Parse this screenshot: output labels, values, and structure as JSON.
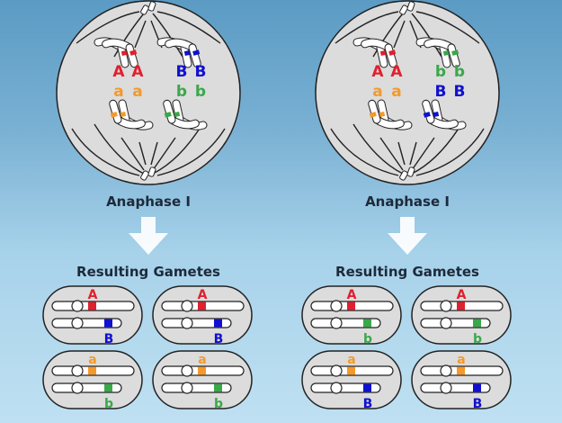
{
  "panels": [
    {
      "cell_label": "Anaphase I",
      "gametes_label": "Resulting Gametes",
      "cell_alleles": {
        "upper_left": [
          "A",
          "A"
        ],
        "lower_left": [
          "a",
          "a"
        ],
        "upper_right": [
          "B",
          "B"
        ],
        "lower_right": [
          "b",
          "b"
        ]
      },
      "gametes": [
        {
          "top": "A",
          "bottom": "B"
        },
        {
          "top": "A",
          "bottom": "B"
        },
        {
          "top": "a",
          "bottom": "b"
        },
        {
          "top": "a",
          "bottom": "b"
        }
      ]
    },
    {
      "cell_label": "Anaphase I",
      "gametes_label": "Resulting Gametes",
      "cell_alleles": {
        "upper_left": [
          "A",
          "A"
        ],
        "lower_left": [
          "a",
          "a"
        ],
        "upper_right": [
          "b",
          "b"
        ],
        "lower_right": [
          "B",
          "B"
        ]
      },
      "gametes": [
        {
          "top": "A",
          "bottom": "b"
        },
        {
          "top": "A",
          "bottom": "b"
        },
        {
          "top": "a",
          "bottom": "B"
        },
        {
          "top": "a",
          "bottom": "B"
        }
      ]
    }
  ],
  "colors": {
    "A": "#e0202e",
    "a": "#f39a2b",
    "B": "#1010d0",
    "b": "#3aa84a"
  }
}
